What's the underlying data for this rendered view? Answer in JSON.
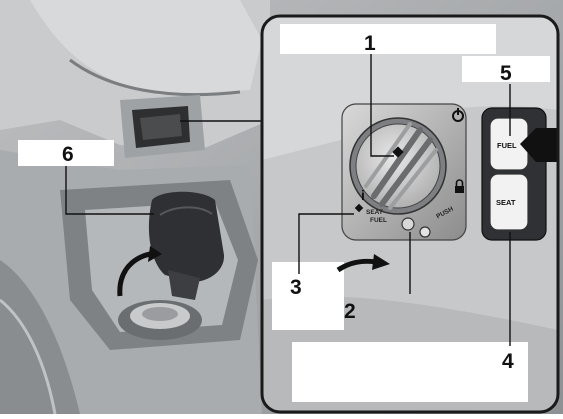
{
  "callouts": {
    "c1": "1",
    "c2": "2",
    "c3": "3",
    "c4": "4",
    "c5": "5",
    "c6": "6"
  },
  "panel_text": {
    "seat_fuel_line1": "SEAT",
    "seat_fuel_line2": "FUEL",
    "push": "PUSH",
    "fuel_button": "FUEL",
    "seat_button": "SEAT",
    "info_mark": "i"
  },
  "colors": {
    "line": "#111111",
    "frame": "#1a1a1a",
    "label_box": "#ffffff"
  },
  "icons": [
    "power-icon",
    "lock-icon",
    "arrow-icon"
  ]
}
